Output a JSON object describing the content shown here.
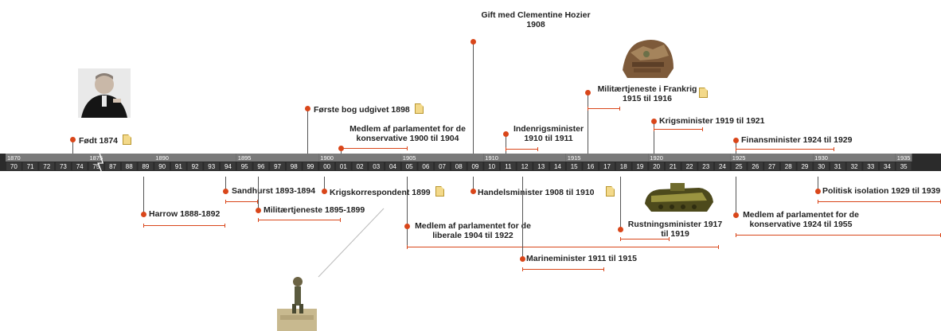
{
  "timeline": {
    "decades": [
      "1870",
      "1875",
      "1890",
      "1895",
      "1900",
      "1905",
      "1910",
      "1915",
      "1920",
      "1925",
      "1930",
      "1935"
    ],
    "year_cells": [
      "70",
      "71",
      "72",
      "73",
      "74",
      "75",
      "87",
      "88",
      "89",
      "90",
      "91",
      "92",
      "93",
      "94",
      "95",
      "96",
      "97",
      "98",
      "99",
      "00",
      "01",
      "02",
      "03",
      "04",
      "05",
      "06",
      "07",
      "08",
      "09",
      "10",
      "11",
      "12",
      "13",
      "14",
      "15",
      "16",
      "17",
      "18",
      "19",
      "20",
      "21",
      "22",
      "23",
      "24",
      "25",
      "26",
      "27",
      "28",
      "29",
      "30",
      "31",
      "32",
      "33",
      "34",
      "35"
    ]
  },
  "events": {
    "born": "Født 1874",
    "first_book": "Første bog udgivet 1898",
    "mp_conservative_1": "Medlem af parlamentet for de",
    "mp_conservative_1b": "konservative 1900 til 1904",
    "married": "Gift med Clementine Hozier",
    "married_year": "1908",
    "home_secretary": "Indenrigsminister",
    "home_secretary_years": "1910 til 1911",
    "military_france": "Militærtjeneste i Frankrig",
    "military_france_years": "1915 til 1916",
    "war_minister": "Krigsminister 1919 til 1921",
    "finance_minister": "Finansminister 1924 til 1929",
    "sandhurst": "Sandhurst 1893-1894",
    "harrow": "Harrow 1888-1892",
    "military_service": "Militærtjeneste 1895-1899",
    "war_correspondent": "Krigskorrespondent 1899",
    "mp_liberal": "Medlem af parlamentet for de",
    "mp_liberal_b": "liberale 1904 til 1922",
    "trade_minister": "Handelsminister 1908 til 1910",
    "navy_minister": "Marineminister 1911 til 1915",
    "munitions_minister": "Rustningsminister 1917",
    "munitions_minister_b": "til 1919",
    "mp_conservative_2": "Medlem af parlamentet for de",
    "mp_conservative_2b": "konservative 1924 til 1955",
    "political_isolation": "Politisk isolation 1929 til 1939"
  },
  "colors": {
    "accent": "#d9461a",
    "axis_dark": "#2b2b2b",
    "axis_mid": "#7a7a7a"
  }
}
